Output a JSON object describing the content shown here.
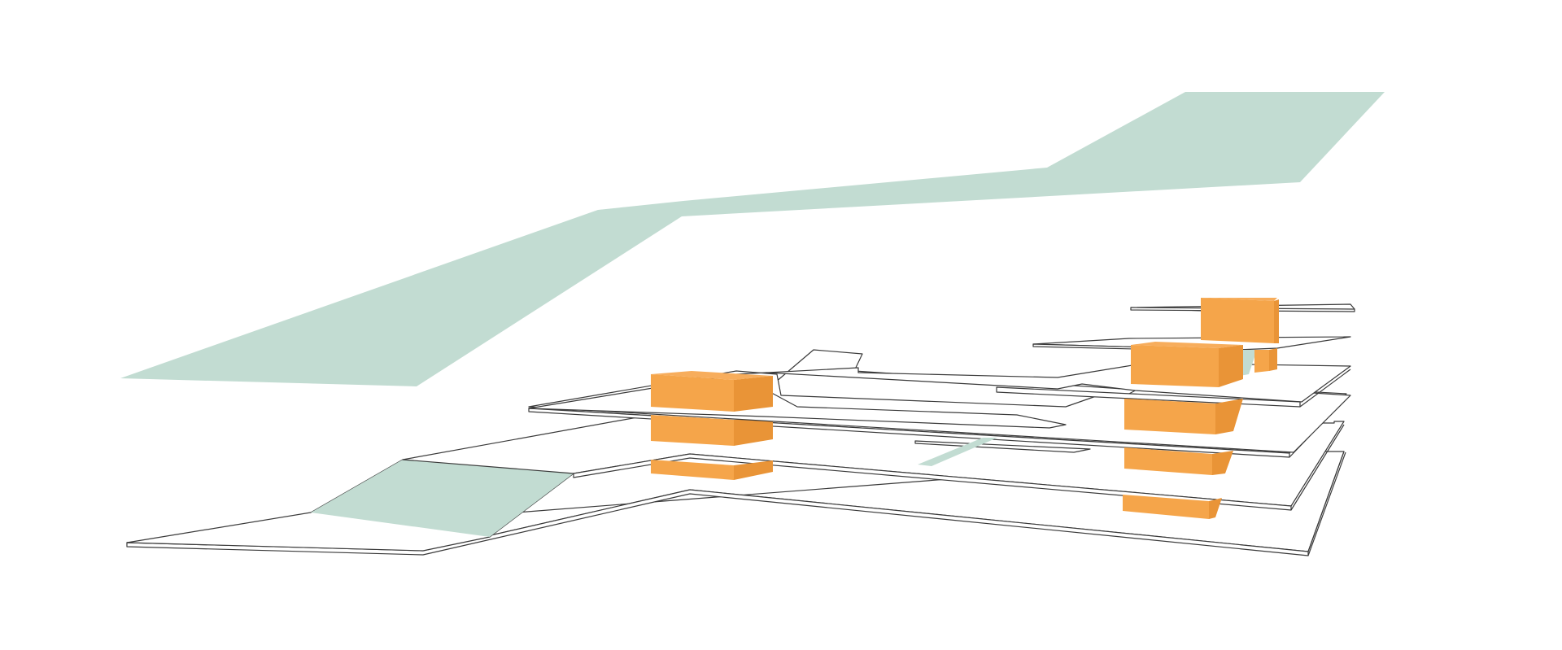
{
  "diagram": {
    "kind": "axonometric-stacked-floor-plates",
    "colors": {
      "background": "#ffffff",
      "landscape": "#c2dcd2",
      "volume_front": "#f5a54a",
      "volume_top": "#f7ad5c",
      "volume_side": "#e99437",
      "slab": "#ffffff",
      "edge": "#3a3a3a"
    },
    "counts": {
      "floor_plates": 6,
      "orange_volumes": 9,
      "green_planes": 5
    }
  }
}
